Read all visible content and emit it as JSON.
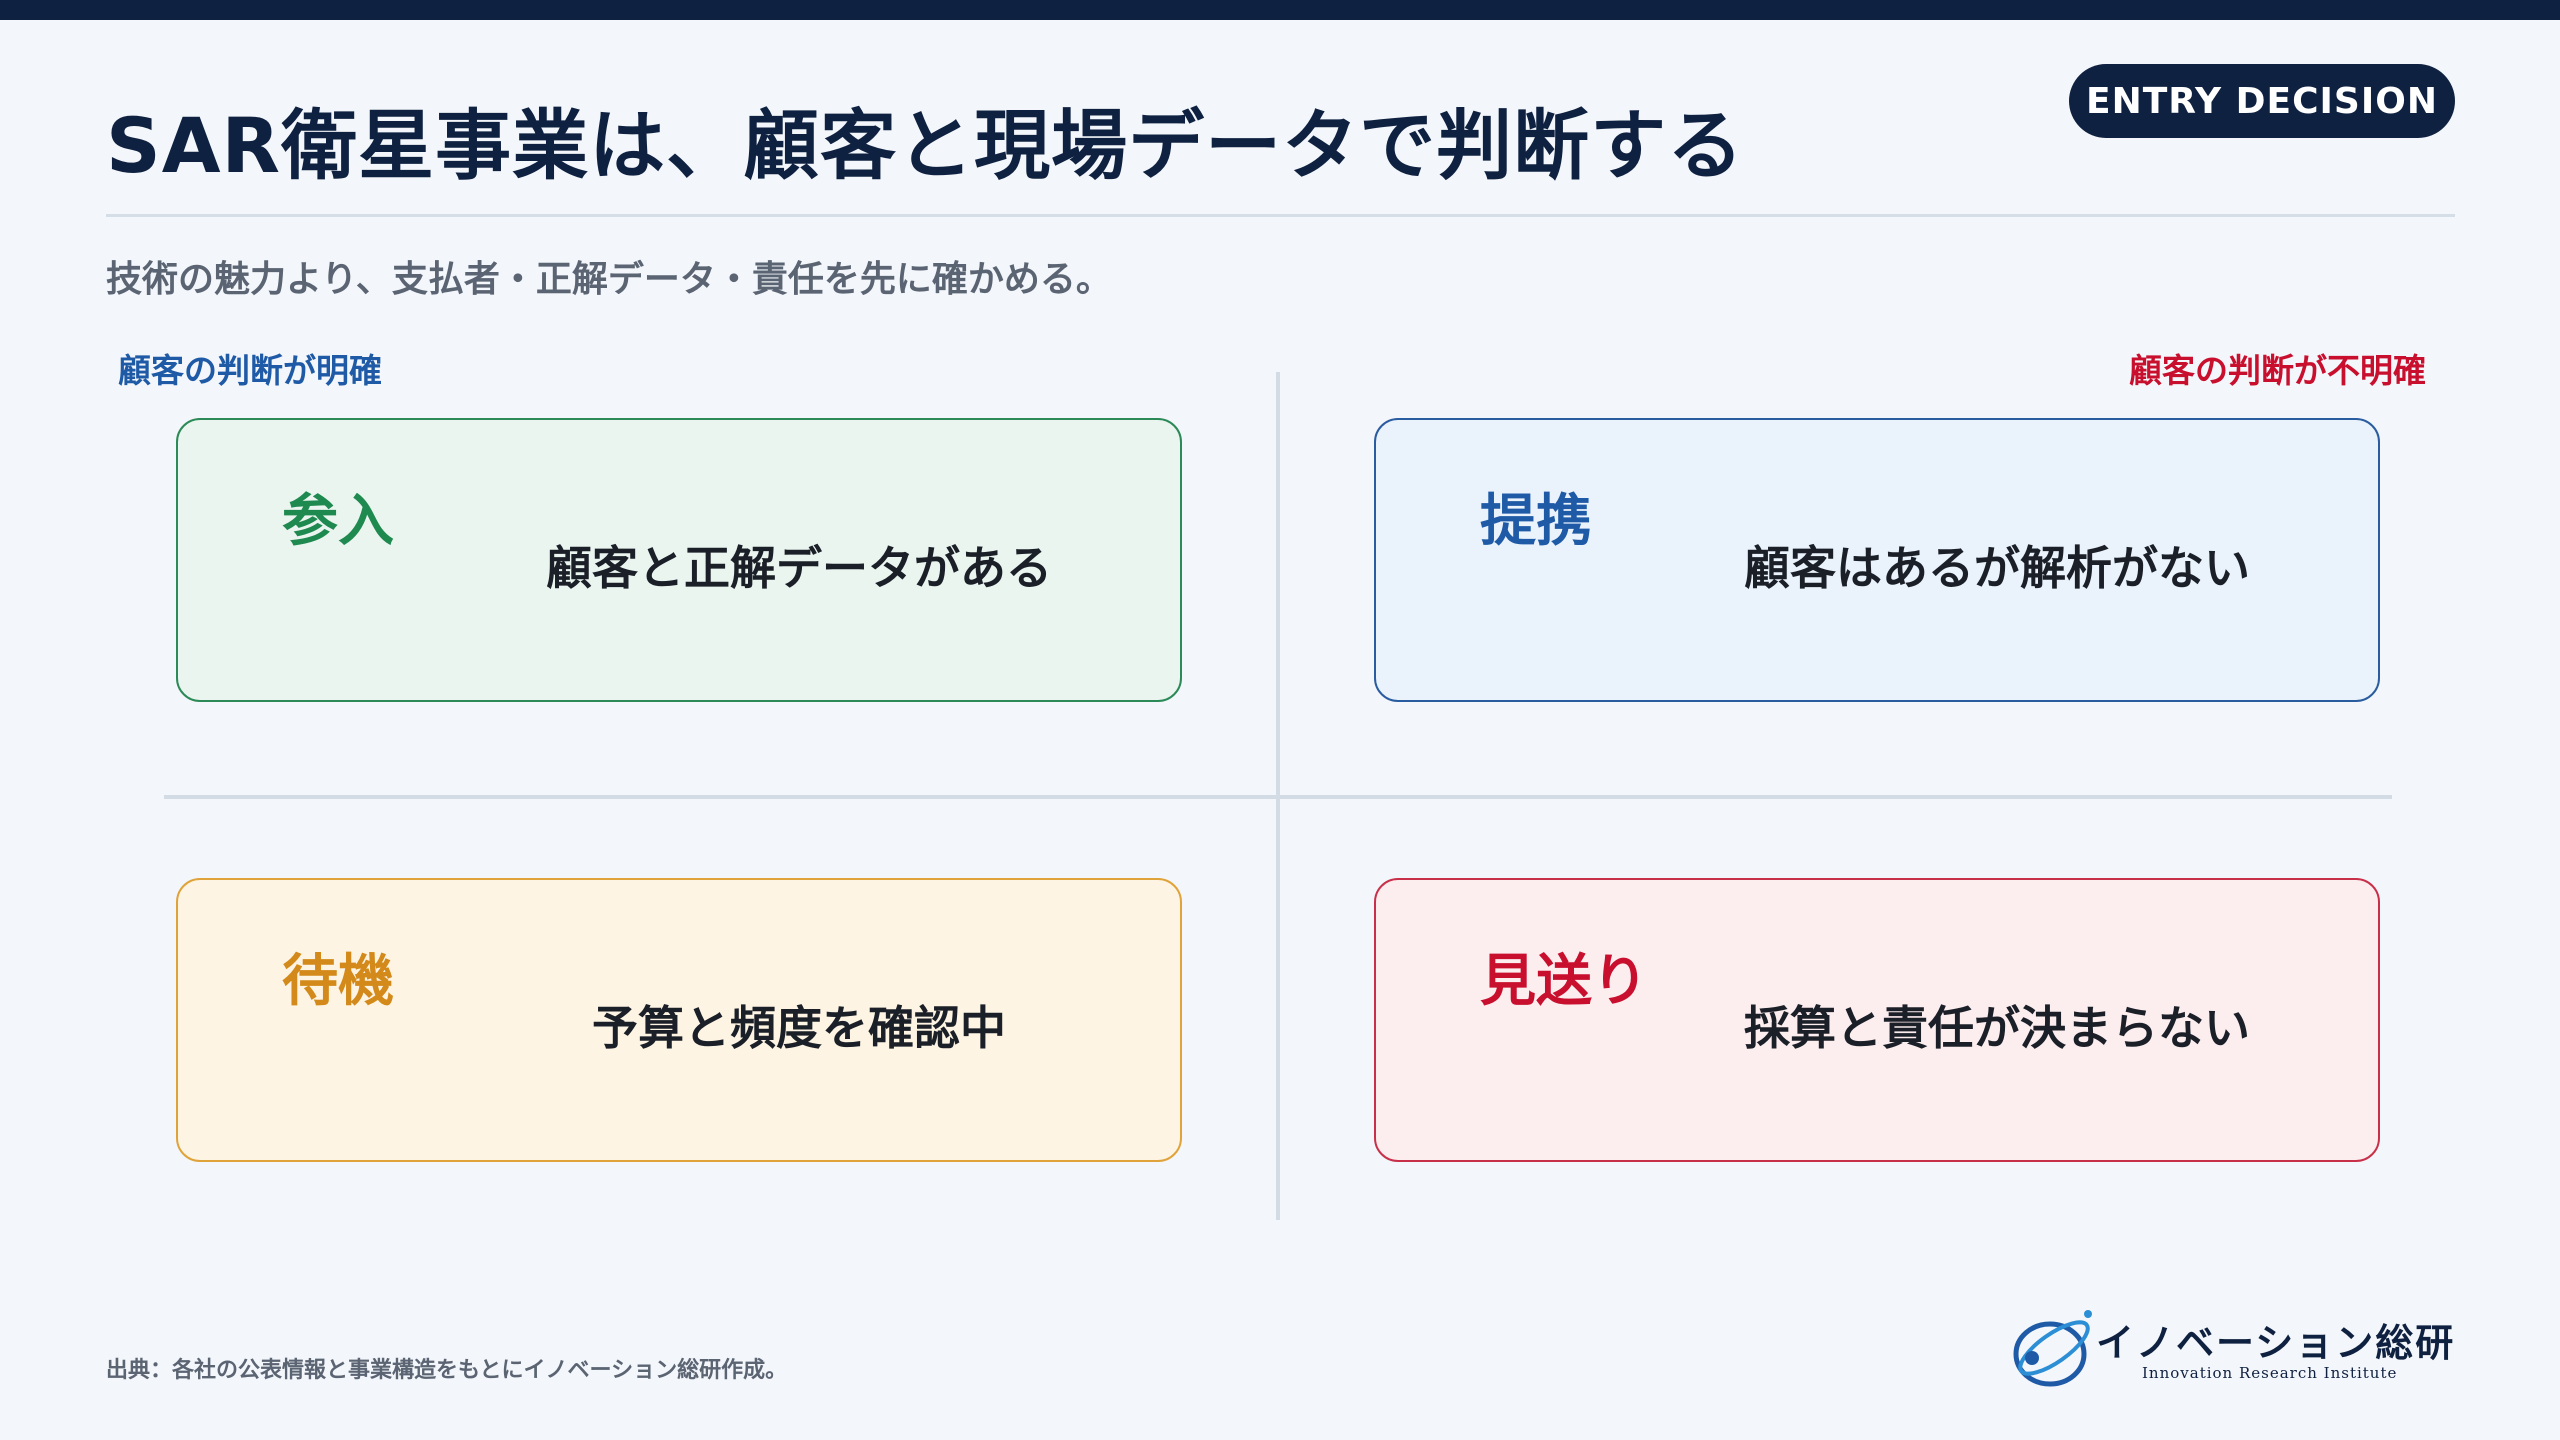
{
  "header": {
    "title": "SAR衛星事業は、顧客と現場データで判断する",
    "badge": "ENTRY DECISION",
    "subtitle": "技術の魅力より、支払者・正解データ・責任を先に確かめる。"
  },
  "axes": {
    "left_label": "顧客の判断が明確",
    "right_label": "顧客の判断が不明確"
  },
  "quadrants": [
    {
      "label": "参入",
      "description": "顧客と正解データがある",
      "color": "#1f8a50"
    },
    {
      "label": "提携",
      "description": "顧客はあるが解析がない",
      "color": "#1f5aa6"
    },
    {
      "label": "待機",
      "description": "予算と頻度を確認中",
      "color": "#d38a1a"
    },
    {
      "label": "見送り",
      "description": "採算と責任が決まらない",
      "color": "#c8102e"
    }
  ],
  "footer": {
    "source": "出典：各社の公表情報と事業構造をもとにイノベーション総研作成。",
    "logo_name": "イノベーション総研",
    "logo_sub": "Innovation Research Institute"
  }
}
